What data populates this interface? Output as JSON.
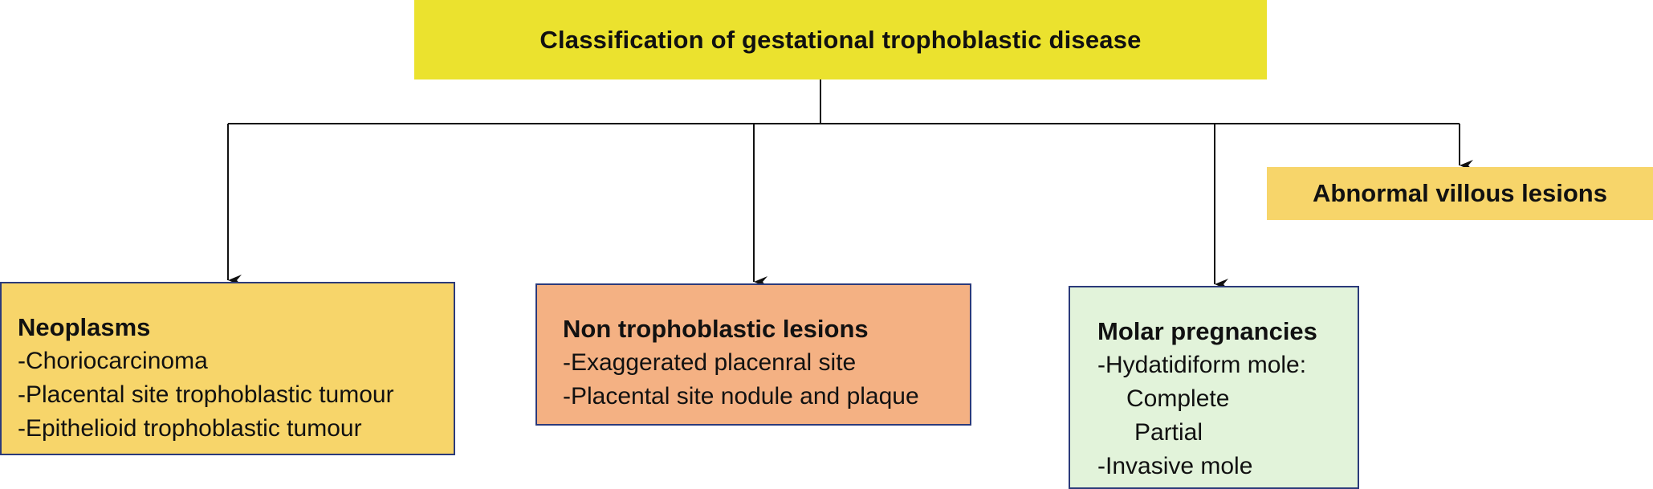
{
  "diagram": {
    "root": {
      "title": "Classification of gestational trophoblastic disease"
    },
    "branches": [
      {
        "id": "neoplasms",
        "title": "Neoplasms",
        "items": [
          "-Choriocarcinoma",
          "-Placental site trophoblastic tumour",
          "-Epithelioid trophoblastic tumour"
        ],
        "fill": "#f7d56a"
      },
      {
        "id": "non-trophoblastic",
        "title": "Non trophoblastic lesions",
        "items": [
          "-Exaggerated placenral site",
          "-Placental site nodule and plaque"
        ],
        "fill": "#f4b183"
      },
      {
        "id": "molar",
        "title": "Molar pregnancies",
        "items": [
          "-Hydatidiform mole:",
          "Complete",
          "Partial",
          "-Invasive mole"
        ],
        "fill": "#e2f3da"
      },
      {
        "id": "abnormal-villous",
        "title": "Abnormal villous lesions",
        "fill": "#f7d56a"
      }
    ],
    "colors": {
      "root_fill": "#ebe22e",
      "border": "#2b3a7a",
      "connector": "#111111"
    }
  }
}
